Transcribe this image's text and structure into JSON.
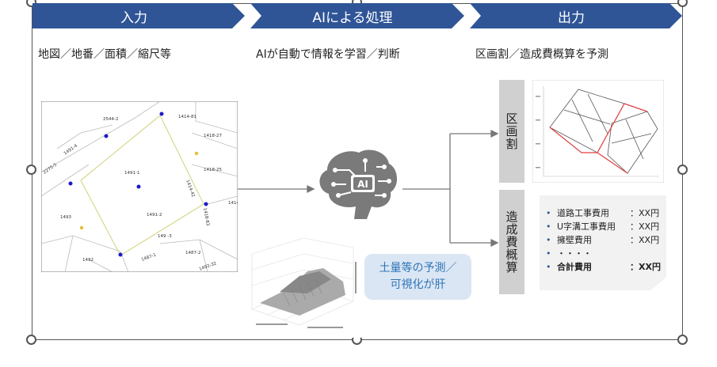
{
  "header": {
    "step1": "入力",
    "step2": "AIによる処理",
    "step3": "出力"
  },
  "subtitles": {
    "input": "地図／地番／面積／縮尺等",
    "process": "AIが自動で情報を学習／判断",
    "output": "区画割／造成費概算を予測"
  },
  "map_labels": {
    "lot_2544_2": "2544-2",
    "lot_1414_81": "1414-81",
    "lot_1418_27": "1418-27",
    "lot_1491_4": "1491-4",
    "lot_2275_5": "2275-5",
    "lot_1491_1": "1491-1",
    "lot_1418_25": "1418-25",
    "lot_1414_42": "1414-42",
    "lot_1493": "1493",
    "lot_1491_2": "1491-2",
    "lot_1418_83": "1418-83",
    "lot_1414": "1414",
    "lot_149_3": "149 -3",
    "lot_1487_2": "1487-2",
    "lot_1487_1": "1487-1",
    "lot_1492": "1492",
    "lot_1492_32": "1492-32"
  },
  "ai_icon_text": "AI",
  "vertical_labels": {
    "division": "区画割",
    "cost": "造成費概算"
  },
  "cost_list": [
    {
      "name": "道路工事費用",
      "value": "：XX円"
    },
    {
      "name": "U字溝工事費用",
      "value": "：XX円"
    },
    {
      "name": "擁壁費用",
      "value": "：XX円"
    },
    {
      "name": "・・・・",
      "value": ""
    }
  ],
  "cost_total": {
    "name": "合計費用",
    "value": "：XX円"
  },
  "bubble": {
    "line1": "土量等の予測／",
    "line2": "可視化が肝"
  },
  "colors": {
    "header_blue": "#2f5597",
    "bubble_bg": "#dbe6f4",
    "bubble_text": "#2e75b6",
    "label_gray": "#d0d0d0",
    "lot_red": "#e04040"
  }
}
